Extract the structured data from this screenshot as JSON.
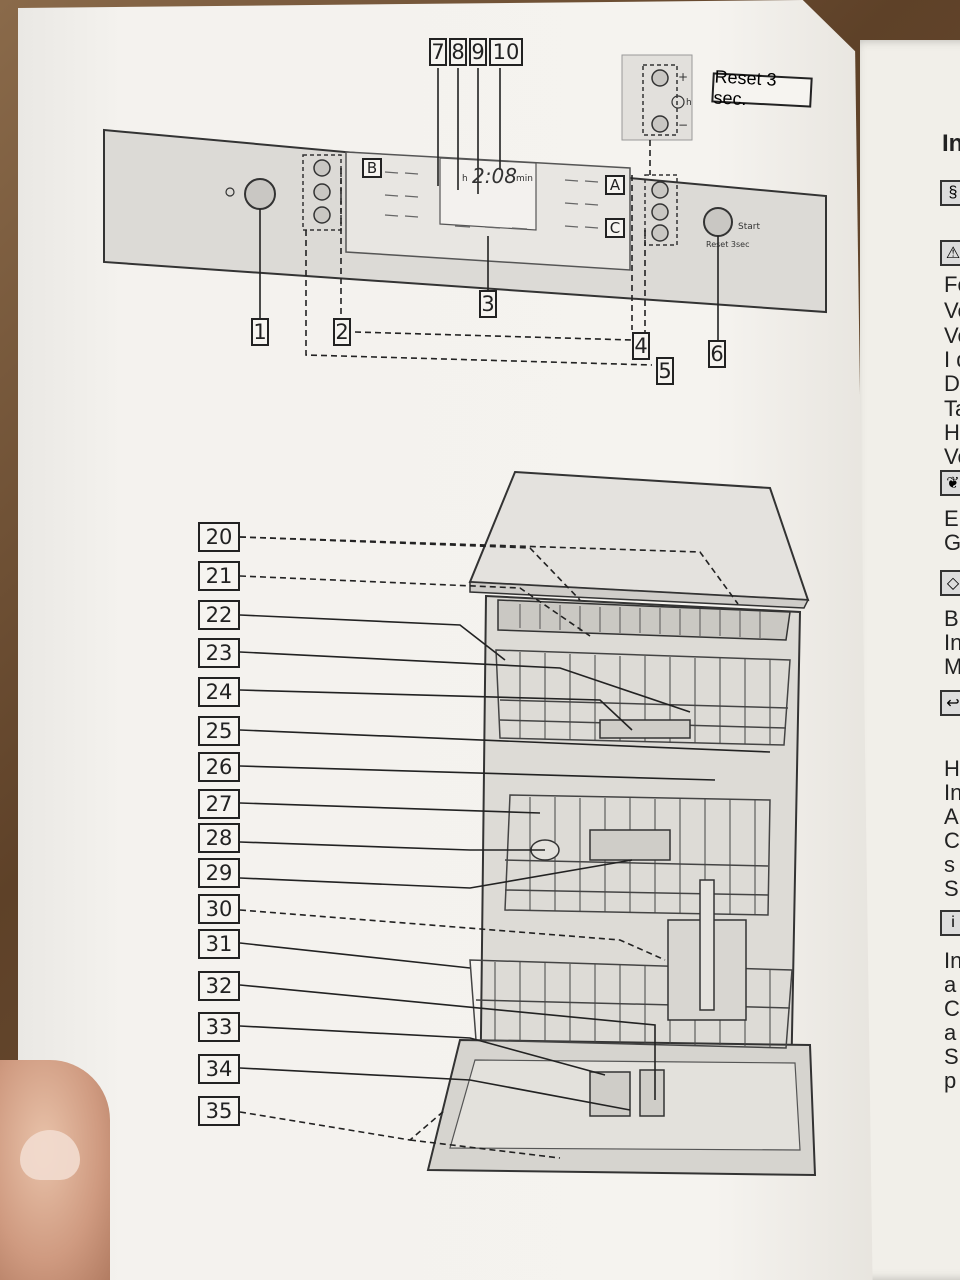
{
  "control_panel": {
    "callouts": {
      "c1": "1",
      "c2": "2",
      "c3": "3",
      "c4": "4",
      "c5": "5",
      "c6": "6",
      "c7": "7",
      "c8": "8",
      "c9": "9",
      "c10": "10"
    },
    "reset_label": "Reset 3 sec.",
    "display_time": "2:08",
    "display_min": "min",
    "display_h": "h",
    "key_b": "B",
    "key_a": "A",
    "key_c": "C",
    "start_text": "Start",
    "reset_text": "Reset 3sec",
    "timer_plus": "+",
    "timer_minus": "−",
    "timer_h": "h"
  },
  "dishwasher": {
    "callouts": [
      "20",
      "21",
      "22",
      "23",
      "24",
      "25",
      "26",
      "27",
      "28",
      "29",
      "30",
      "31",
      "32",
      "33",
      "34",
      "35"
    ]
  },
  "right_page": {
    "heading_fragment": "In",
    "letters": [
      "Fo",
      "Ve",
      "Ve",
      "I d",
      "Di",
      "Ta",
      "H",
      "Ve",
      "E",
      "G",
      "B",
      "In",
      "M",
      "H",
      "In",
      "A",
      "C",
      "s",
      "S",
      "In",
      "a",
      "C",
      "a",
      "S",
      "p"
    ]
  }
}
